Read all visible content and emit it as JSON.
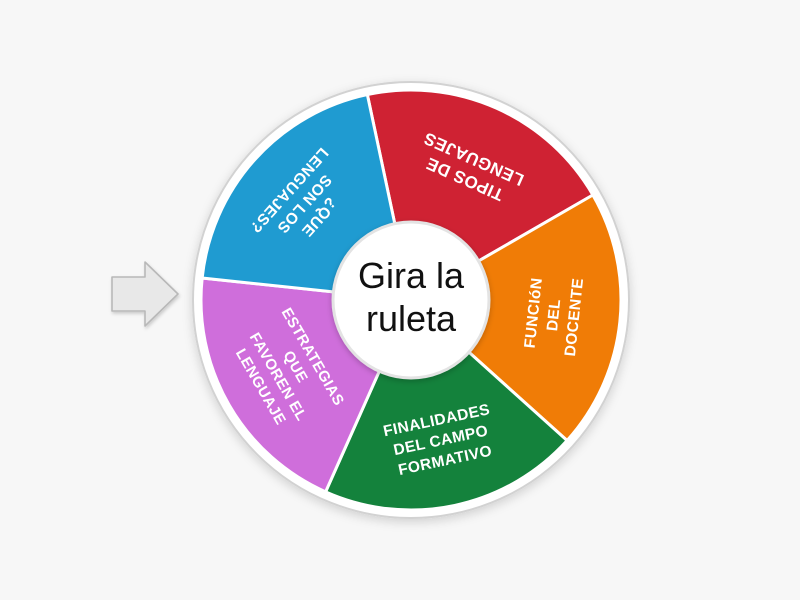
{
  "page": {
    "background_color": "#f7f7f7",
    "title": "Gira la ruleta"
  },
  "wheel": {
    "center_label_line1": "Gira la",
    "center_label_line2": "ruleta",
    "center_text": "Gira la ruleta",
    "hub_fill": "#ffffff",
    "rim_fill": "#ffffff",
    "rim_stroke": "#cfcfcf",
    "segment_count": 5,
    "segment_angle": 72,
    "segments": [
      {
        "id": "segment-tipos-de-lenguajes",
        "text": "TIPOS DE LENGUAJES",
        "lines": [
          "TIPOS DE",
          "LENGUAJES"
        ],
        "color": "#cf2233",
        "start_angle": -12,
        "end_angle": 60,
        "mid_angle": 24,
        "text_rotation": 204,
        "text_orientation": "inverted"
      },
      {
        "id": "segment-funcion-del-docente",
        "text": "FUNCIóN DEL DOCENTE",
        "lines": [
          "FUNCIóN",
          "DEL",
          "DOCENTE"
        ],
        "color": "#f07c06",
        "start_angle": 60,
        "end_angle": 132,
        "mid_angle": 96,
        "text_rotation": 276,
        "text_orientation": "inverted"
      },
      {
        "id": "segment-finalidades-del-campo-formativo",
        "text": "FINALIDADES DEL CAMPO FORMATIVO",
        "lines": [
          "FINALIDADES",
          "DEL CAMPO",
          "FORMATIVO"
        ],
        "color": "#14823c",
        "start_angle": 132,
        "end_angle": 204,
        "mid_angle": 168,
        "text_rotation": 348,
        "text_orientation": "upright"
      },
      {
        "id": "segment-estrategias-que-favoren-el-lenguaje",
        "text": "ESTRATEGIAS QUE FAVOREN EL LENGUAJE",
        "lines": [
          "ESTRATEGIAS",
          "QUE",
          "FAVOREN EL",
          "LENGUAJE"
        ],
        "color": "#cf6edb",
        "start_angle": 204,
        "end_angle": 276,
        "mid_angle": 240,
        "text_rotation": 60,
        "text_orientation": "upright"
      },
      {
        "id": "segment-que-son-los-lenguajes",
        "text": "¿QUE SON LOS LENGUAJES?",
        "lines": [
          "¿QUE",
          "SON LOS",
          "LENGUAJES?"
        ],
        "color": "#1f9bd1",
        "start_angle": 276,
        "end_angle": 348,
        "mid_angle": 312,
        "text_rotation": 132,
        "text_orientation": "upright"
      }
    ]
  },
  "pointer": {
    "name": "arrow-right-icon",
    "fill": "#e8e8e8",
    "stroke": "#b8b8b8",
    "direction": "right"
  }
}
